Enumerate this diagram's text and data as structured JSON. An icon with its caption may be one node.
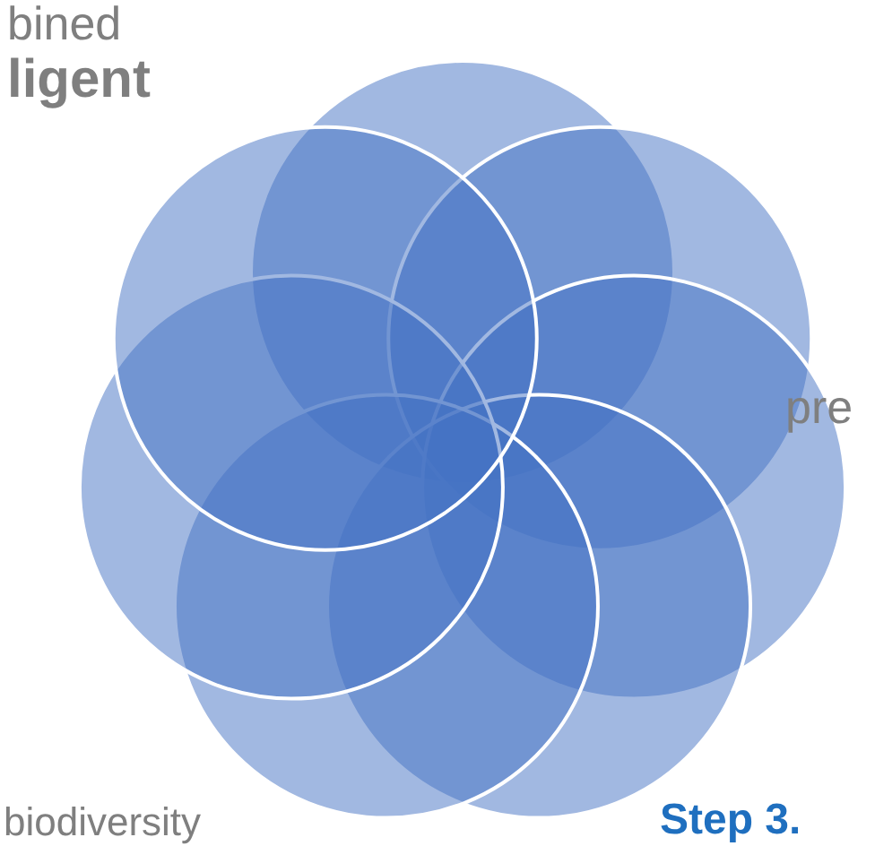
{
  "diagram": {
    "labels": [
      "bined",
      "ligent",
      "pre",
      "biodiversity",
      "Step 3."
    ]
  }
}
